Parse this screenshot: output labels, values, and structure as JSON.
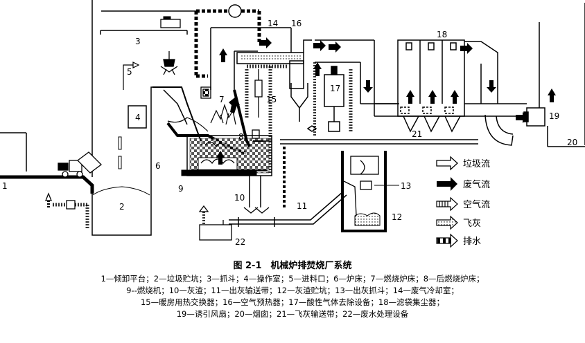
{
  "labels": {
    "n1": "1",
    "n2": "2",
    "n3": "3",
    "n4": "4",
    "n5": "5",
    "n6": "6",
    "n7": "7",
    "n8": "8",
    "n9": "9",
    "n10": "10",
    "n11": "11",
    "n12": "12",
    "n13": "13",
    "n14": "14",
    "n15": "15",
    "n16": "16",
    "n17": "17",
    "n18": "18",
    "n19": "19",
    "n20": "20",
    "n21": "21",
    "n22": "22"
  },
  "legend": {
    "garbage": "垃圾流",
    "exhaust": "废气流",
    "air": "空气流",
    "fly_ash": "飞灰",
    "drain": "排水"
  },
  "caption": {
    "title": "图 2-1　机械炉排焚烧厂系统",
    "line1": "1—倾卸平台；2—垃圾贮坑；3—抓斗；4—操作室；5—进料口；6—炉床；7—燃烧炉床；8—后燃烧炉床；",
    "line2": "9--燃烧机；10—灰渣；11—出灰输送带；12—灰渣贮坑；13—出灰抓斗；14—废气冷却室；",
    "line3": "15—暖房用热交换器；16—空气预热器；17—酸性气体去除设备；18—滤袋集尘器；",
    "line4": "19—诱引风扇；20—烟囱；21—飞灰输送带；22—废水处理设备",
    "line5": ""
  },
  "colors": {
    "ink": "#000000",
    "paper": "#ffffff"
  }
}
